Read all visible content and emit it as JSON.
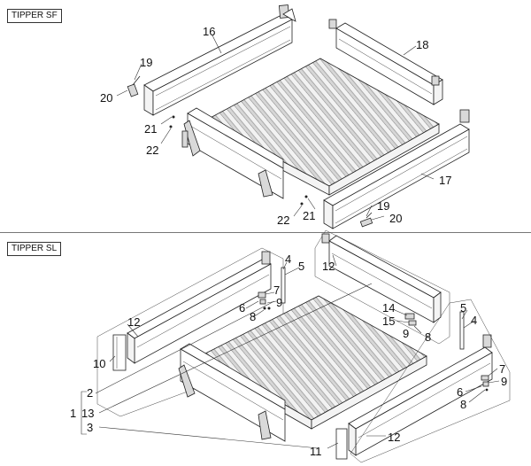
{
  "sections": [
    {
      "title": "TIPPER SF",
      "callouts": [
        "16",
        "18",
        "19",
        "20",
        "21",
        "22",
        "17",
        "22",
        "21",
        "19",
        "20"
      ]
    },
    {
      "title": "TIPPER SL",
      "callouts": [
        "4",
        "5",
        "12",
        "7",
        "9",
        "6",
        "8",
        "12",
        "10",
        "14",
        "15",
        "9",
        "8",
        "5",
        "4",
        "2",
        "1",
        "13",
        "3",
        "7",
        "9",
        "6",
        "8",
        "11",
        "12"
      ]
    }
  ]
}
